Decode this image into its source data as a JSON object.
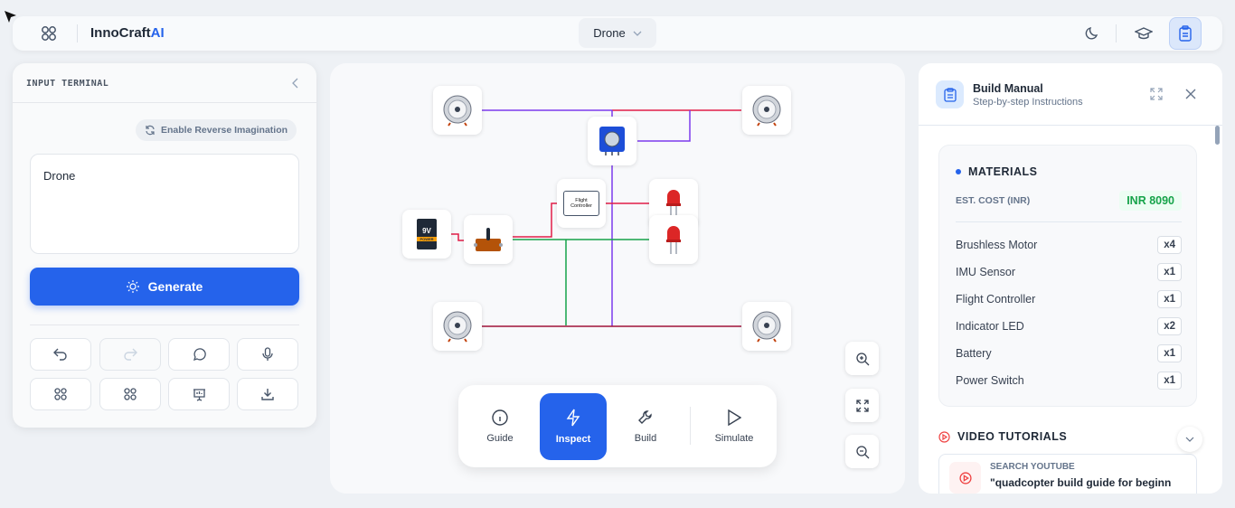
{
  "header": {
    "brand_main": "InnoCraft",
    "brand_accent": "AI",
    "project": "Drone"
  },
  "input_terminal": {
    "title": "INPUT TERMINAL",
    "reverse_label": "Enable Reverse Imagination",
    "prompt_value": "Drone",
    "generate_label": "Generate"
  },
  "canvas": {
    "flight_controller_label_1": "Flight",
    "flight_controller_label_2": "Controller",
    "battery_label": "9V",
    "battery_sub": "POWER"
  },
  "dock": {
    "guide": "Guide",
    "inspect": "Inspect",
    "build": "Build",
    "simulate": "Simulate"
  },
  "manual": {
    "title": "Build Manual",
    "subtitle": "Step-by-step Instructions",
    "materials_title": "MATERIALS",
    "cost_label": "EST. COST (INR)",
    "cost_value": "INR 8090",
    "materials": [
      {
        "name": "Brushless Motor",
        "qty": "x4"
      },
      {
        "name": "IMU Sensor",
        "qty": "x1"
      },
      {
        "name": "Flight Controller",
        "qty": "x1"
      },
      {
        "name": "Indicator LED",
        "qty": "x2"
      },
      {
        "name": "Battery",
        "qty": "x1"
      },
      {
        "name": "Power Switch",
        "qty": "x1"
      }
    ],
    "video_title": "VIDEO TUTORIALS",
    "search_label": "SEARCH YOUTUBE",
    "search_query": "\"quadcopter build guide for beginn"
  },
  "colors": {
    "accent": "#2563eb",
    "cost_green": "#16a34a"
  }
}
